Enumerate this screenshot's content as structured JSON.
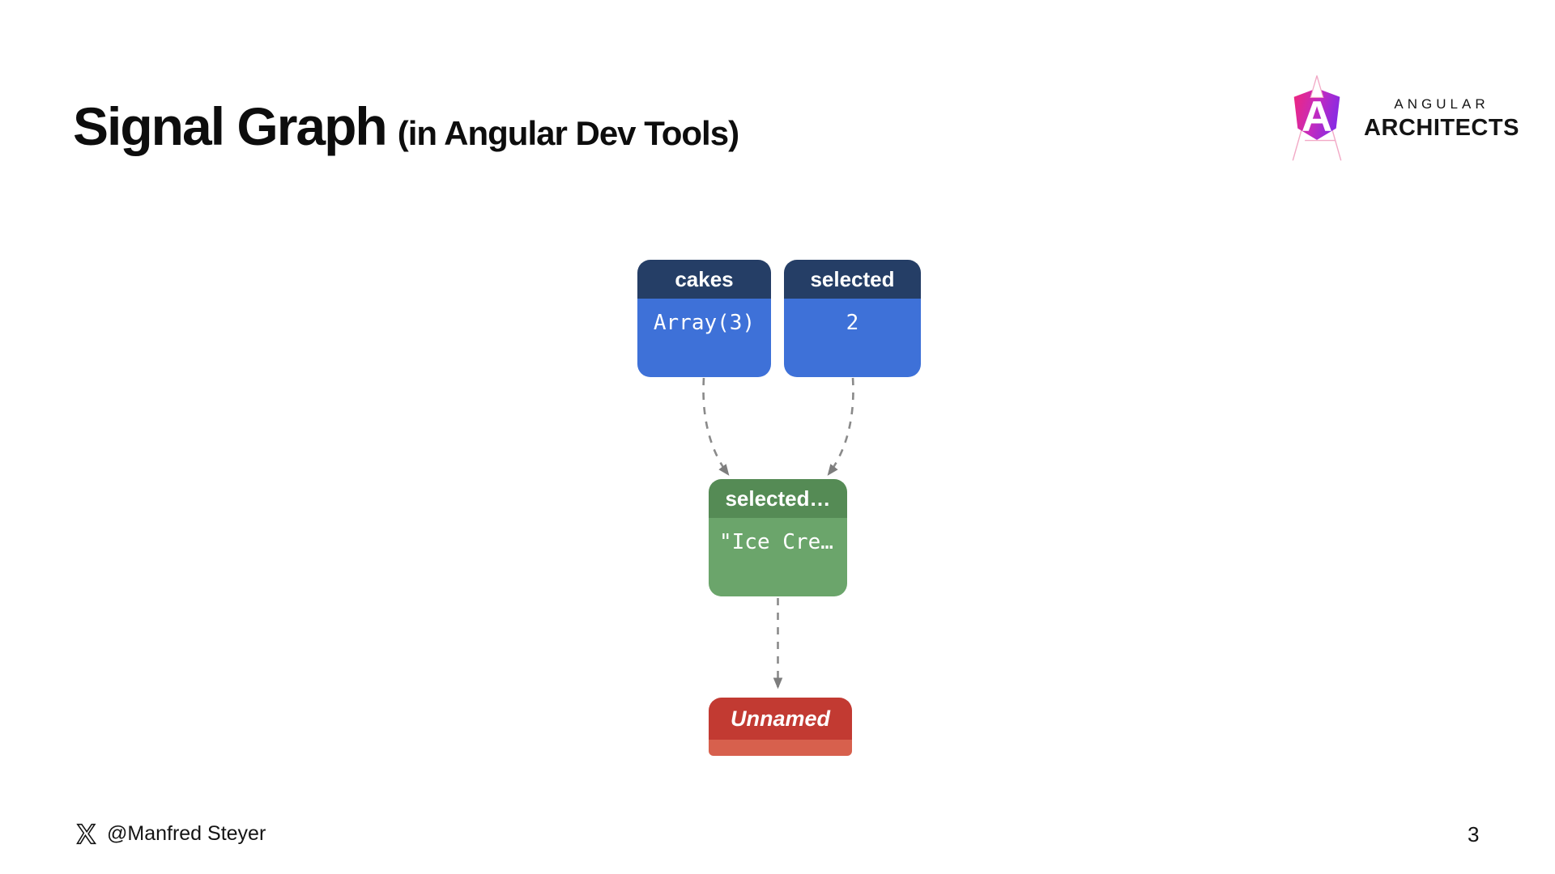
{
  "slide": {
    "title": "Signal Graph",
    "subtitle": "(in Angular Dev Tools)",
    "page_number": "3",
    "footer": {
      "handle": "@Manfred Steyer",
      "platform_icon": "x-logo-icon"
    }
  },
  "logo": {
    "icon": "angular-architects-shield-icon",
    "brand_top": "ANGULAR",
    "brand_bottom": "ARCHITECTS",
    "gradient_start": "#f0267c",
    "gradient_end": "#8a2be2"
  },
  "diagram": {
    "edge_color": "#8a8a8a",
    "arrowhead_color": "#7d7d7d",
    "nodes": [
      {
        "id": "cakes",
        "label": "cakes",
        "value": "Array(3)",
        "header_color": "#253e66",
        "body_color": "#3e71d8"
      },
      {
        "id": "selected",
        "label": "selected",
        "value": "2",
        "header_color": "#253e66",
        "body_color": "#3e71d8"
      },
      {
        "id": "selectedCake",
        "label": "selected…",
        "value": "\"Ice Cre…",
        "header_color": "#558b55",
        "body_color": "#6ba56b"
      },
      {
        "id": "unnamed",
        "label": "Unnamed",
        "value": "",
        "header_color": "#c23a32",
        "body_color": "#d7604d"
      }
    ],
    "edges": [
      {
        "from": "cakes",
        "to": "selectedCake",
        "style": "dashed"
      },
      {
        "from": "selected",
        "to": "selectedCake",
        "style": "dashed"
      },
      {
        "from": "selectedCake",
        "to": "unnamed",
        "style": "dashed"
      }
    ]
  }
}
